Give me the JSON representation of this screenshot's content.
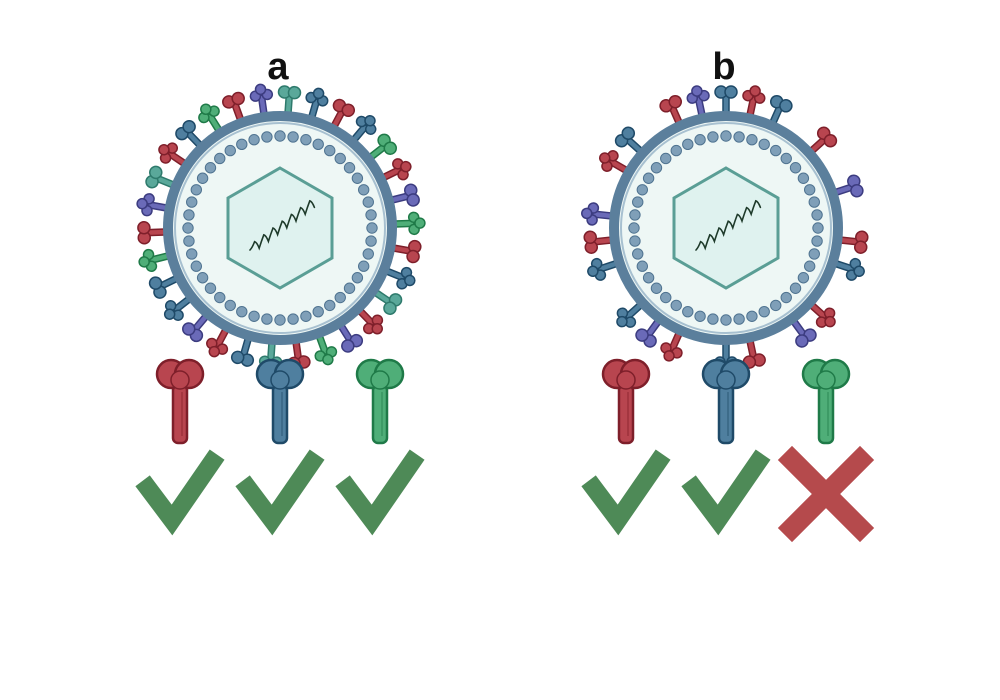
{
  "panels": [
    {
      "label": "a",
      "virus": {
        "proteins": [
          "teal",
          "blue",
          "red",
          "blue",
          "green",
          "red",
          "purple",
          "green",
          "red",
          "blue",
          "teal",
          "red",
          "purple",
          "green",
          "red",
          "teal",
          "blue",
          "red",
          "purple",
          "blue",
          "blue",
          "green",
          "red",
          "purple",
          "teal",
          "red",
          "blue",
          "green",
          "red",
          "purple"
        ]
      },
      "antibodies": [
        {
          "color": "red",
          "result": "check"
        },
        {
          "color": "blue",
          "result": "check"
        },
        {
          "color": "green",
          "result": "check"
        }
      ]
    },
    {
      "label": "b",
      "virus": {
        "proteins": [
          "blue",
          "red",
          "blue",
          "none",
          "red",
          "none",
          "purple",
          "none",
          "red",
          "blue",
          "none",
          "red",
          "purple",
          "none",
          "red",
          "blue",
          "none",
          "red",
          "purple",
          "blue",
          "none",
          "blue",
          "red",
          "purple",
          "none",
          "red",
          "blue",
          "none",
          "red",
          "purple"
        ]
      },
      "antibodies": [
        {
          "color": "red",
          "result": "check"
        },
        {
          "color": "blue",
          "result": "check"
        },
        {
          "color": "green",
          "result": "cross"
        }
      ]
    }
  ],
  "colors": {
    "red": {
      "fill": "#b8454f",
      "stroke": "#7e1f2a"
    },
    "blue": {
      "fill": "#4f7f9f",
      "stroke": "#1f4a68"
    },
    "green": {
      "fill": "#4fae78",
      "stroke": "#1f7a48"
    },
    "teal": {
      "fill": "#5aa89a",
      "stroke": "#2e7a6c"
    },
    "purple": {
      "fill": "#6a6ab8",
      "stroke": "#3c3c80"
    },
    "check": "#4e8a57",
    "cross": "#b54a4c",
    "envelope_outer": "#5b7f9c",
    "envelope_inner": "#a7c0d0",
    "envelope_fill": "#eef7f5",
    "capsid_fill": "#dff2ef",
    "capsid_stroke": "#5a9e95",
    "rna": "#1e3a2a"
  }
}
